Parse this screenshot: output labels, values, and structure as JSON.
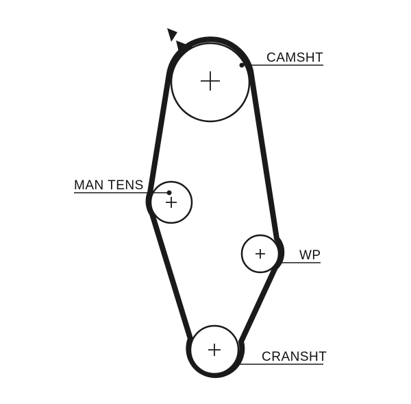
{
  "diagram": {
    "background_color": "#ffffff",
    "line_color": "#1a1a1a",
    "labels": {
      "camshaft": "CAMSHT",
      "manual_tensioner": "MAN TENS",
      "water_pump": "WP",
      "crankshaft": "CRANSHT"
    }
  }
}
